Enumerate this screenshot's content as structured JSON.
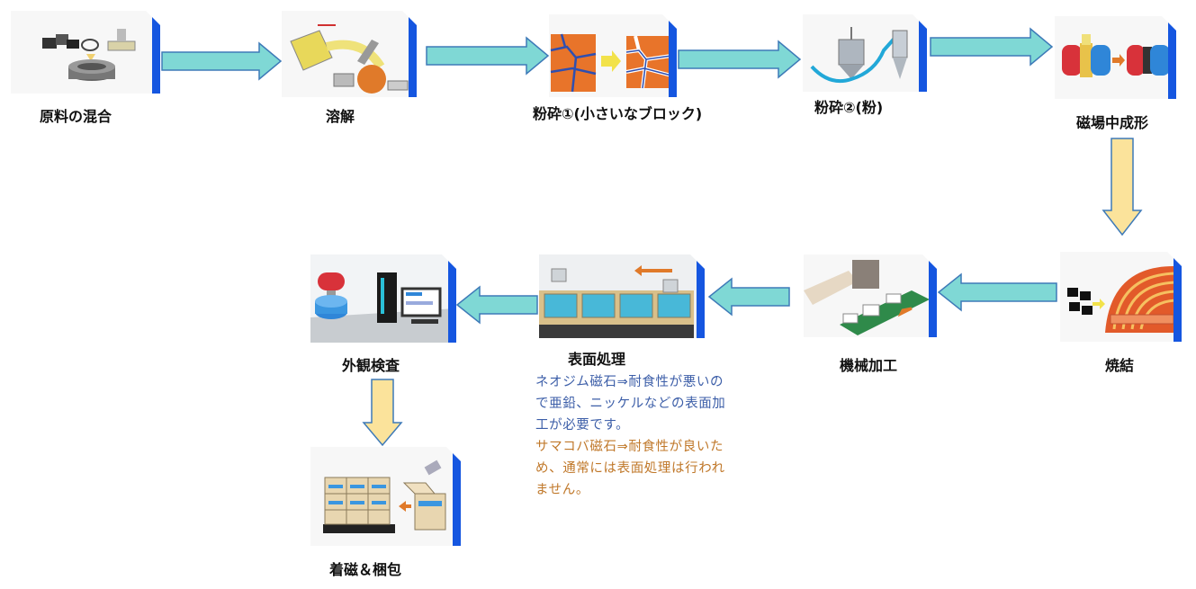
{
  "steps": {
    "mixing": "原料の混合",
    "melting": "溶解",
    "crush1": "粉砕①(小さいなブロック)",
    "crush2": "粉砕②(粉)",
    "forming": "磁場中成形",
    "sintering": "焼結",
    "machining": "機械加工",
    "surface": "表面処理",
    "inspection": "外観検査",
    "packing": "着磁＆梱包"
  },
  "note": {
    "neodymium": "ネオジム磁石⇒耐食性が悪いので亜鉛、ニッケルなどの表面加工が必要です。",
    "samarium": "サマコバ磁石⇒耐食性が良いため、通常には表面処理は行われません。"
  },
  "colors": {
    "arrow_teal": "#7fd8d5",
    "arrow_yellow": "#fbe39b",
    "card_accent": "#1556e0",
    "note_blue": "#3c5ea8",
    "note_orange": "#c0782a"
  }
}
